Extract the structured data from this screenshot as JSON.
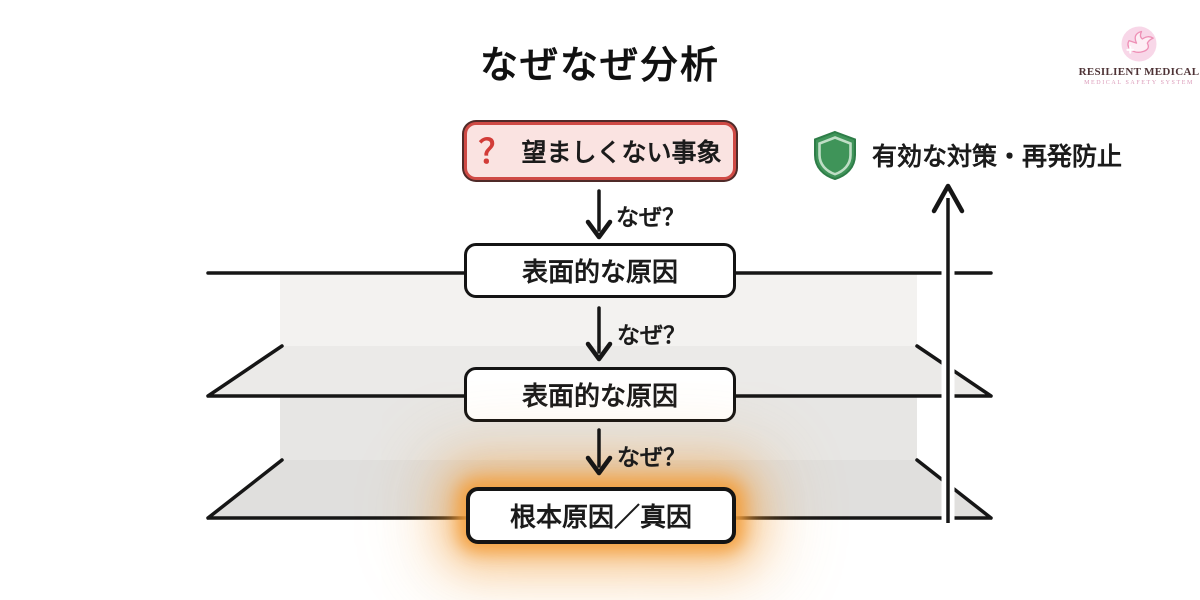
{
  "title": "なぜなぜ分析",
  "logo": {
    "name": "RESILIENT MEDICAL",
    "subtitle": "MEDICAL SAFETY SYSTEM"
  },
  "event_box": {
    "icon": "？",
    "label": "望ましくない事象"
  },
  "countermeasure": {
    "label": "有効な対策・再発防止"
  },
  "arrows": [
    {
      "label": "なぜ？"
    },
    {
      "label": "なぜ？"
    },
    {
      "label": "なぜ？"
    }
  ],
  "cause_boxes": [
    {
      "label": "表面的な原因"
    },
    {
      "label": "表面的な原因"
    },
    {
      "label": "根本原因／真因"
    }
  ],
  "colors": {
    "event_bg": "#fae3e1",
    "event_border": "#cf4a45",
    "event_outline": "#4f2a28",
    "question_red": "#d23c38",
    "shield_green": "#3f9459",
    "shield_inner": "#bfdec6",
    "glow_orange": "#f39e3c",
    "line_black": "#161616",
    "layer_wall_1": "#f3f2f0",
    "layer_plane_2": "#ebeae8",
    "layer_wall_2": "#e7e6e4",
    "layer_plane_3": "#e0dfdd",
    "logo_pink": "#f8d7e8",
    "logo_stroke": "#ee90b6"
  }
}
